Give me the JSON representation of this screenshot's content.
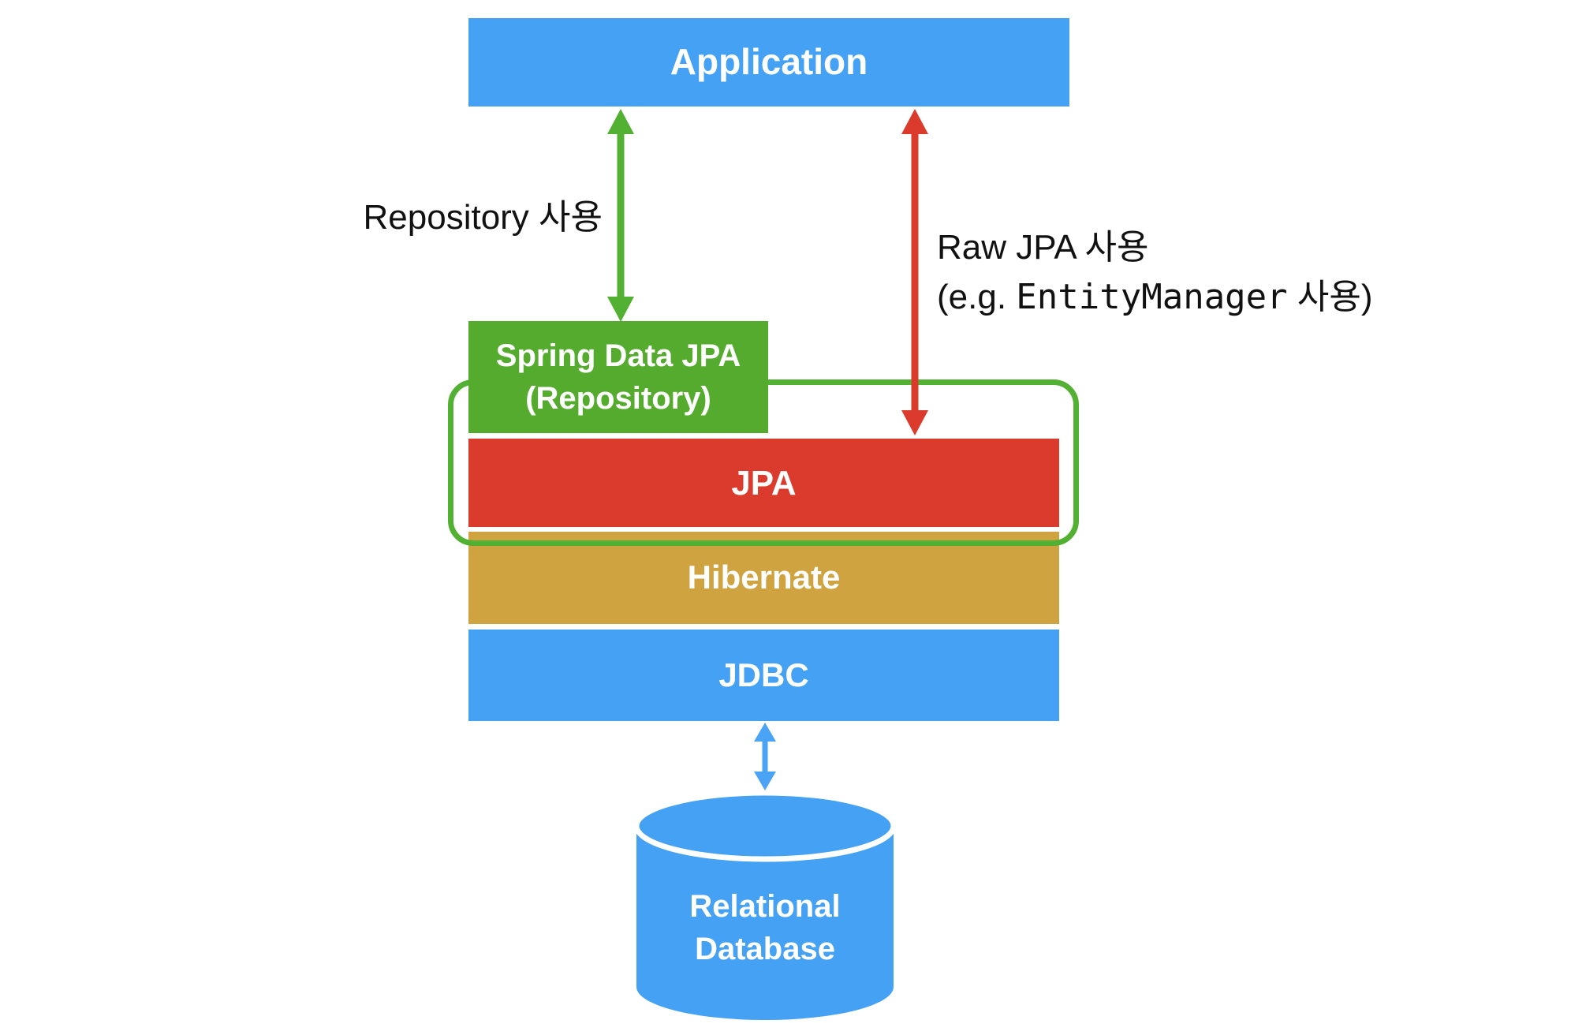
{
  "page": {
    "background": "#FFFFFF"
  },
  "diagram": {
    "application": {
      "label": "Application",
      "fill": "#45A1F3",
      "text_color": "#FFFFFF"
    },
    "spring_data_jpa": {
      "line1": "Spring Data JPA",
      "line2": "(Repository)",
      "fill": "#54AB2E",
      "text_color": "#FFFFFF"
    },
    "jpa": {
      "label": "JPA",
      "fill": "#DA3B2C",
      "text_color": "#FFFFFF"
    },
    "hibernate": {
      "label": "Hibernate",
      "fill": "#CEA340",
      "text_color": "#FFFFFF"
    },
    "jdbc": {
      "label": "JDBC",
      "fill": "#45A1F3",
      "text_color": "#FFFFFF"
    },
    "group_outline": {
      "color": "#52B033"
    },
    "arrow_repository": {
      "label": "Repository 사용",
      "color": "#52B033",
      "label_color": "#111111"
    },
    "arrow_raw_jpa": {
      "line1": "Raw JPA 사용",
      "line2_prefix": "(e.g. ",
      "line2_code": "EntityManager",
      "line2_suffix": " 사용)",
      "color": "#DA3B2C",
      "label_color": "#111111"
    },
    "arrow_database": {
      "color": "#4AA3F4"
    },
    "database": {
      "line1": "Relational",
      "line2": "Database",
      "fill": "#45A1F3",
      "separator_color": "#FFFFFF",
      "text_color": "#FFFFFF"
    }
  }
}
